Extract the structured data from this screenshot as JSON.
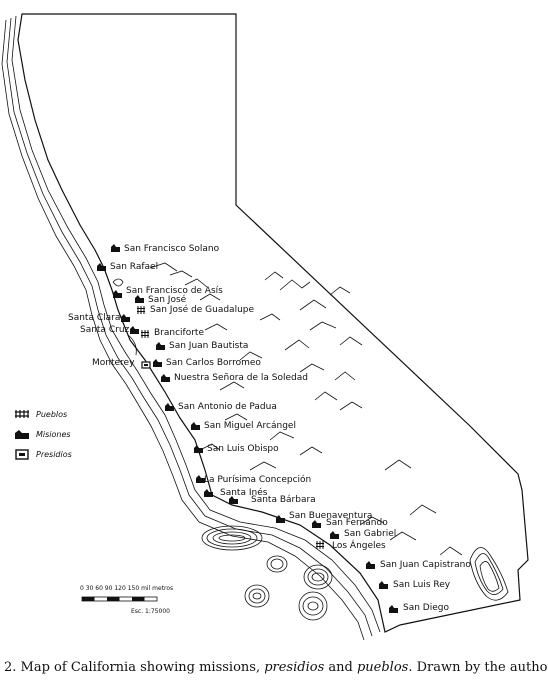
{
  "legend": {
    "pueblos": "Pueblos",
    "misiones": "Misiones",
    "presidios": "Presidios"
  },
  "places": [
    {
      "name": "San Francisco Solano",
      "kind": "mision"
    },
    {
      "name": "San Rafael",
      "kind": "mision"
    },
    {
      "name": "San Francisco de Asís",
      "kind": "mision"
    },
    {
      "name": "San José",
      "kind": "mision"
    },
    {
      "name": "San José de Guadalupe",
      "kind": "pueblo"
    },
    {
      "name": "Santa Clara",
      "kind": "mision"
    },
    {
      "name": "Santa Cruz",
      "kind": "mision"
    },
    {
      "name": "Branciforte",
      "kind": "pueblo"
    },
    {
      "name": "San Juan Bautista",
      "kind": "mision"
    },
    {
      "name": "Monterey",
      "kind": "presidio"
    },
    {
      "name": "San Carlos Borromeo",
      "kind": "mision"
    },
    {
      "name": "Nuestra Señora de la Soledad",
      "kind": "mision"
    },
    {
      "name": "San Antonio de Padua",
      "kind": "mision"
    },
    {
      "name": "San Miguel Arcángel",
      "kind": "mision"
    },
    {
      "name": "San Luis Obispo",
      "kind": "mision"
    },
    {
      "name": "La Purísima Concepción",
      "kind": "mision"
    },
    {
      "name": "Santa Inés",
      "kind": "mision"
    },
    {
      "name": "Santa Bárbara",
      "kind": "mision"
    },
    {
      "name": "San Buenaventura",
      "kind": "mision"
    },
    {
      "name": "San Fernando",
      "kind": "mision"
    },
    {
      "name": "San Gabriel",
      "kind": "mision"
    },
    {
      "name": "Los Ángeles",
      "kind": "pueblo"
    },
    {
      "name": "San Juan Capistrano",
      "kind": "mision"
    },
    {
      "name": "San Luis Rey",
      "kind": "mision"
    },
    {
      "name": "San Diego",
      "kind": "mision"
    }
  ],
  "scale": {
    "ticks": "0   30   60   90   120   150 mil metros",
    "note": "Esc. 1:75000"
  },
  "caption": {
    "prefix": "2. Map of California showing missions, ",
    "italic1": "presidios",
    "mid": " and ",
    "italic2": "pueblos",
    "suffix": ". Drawn by the author."
  }
}
